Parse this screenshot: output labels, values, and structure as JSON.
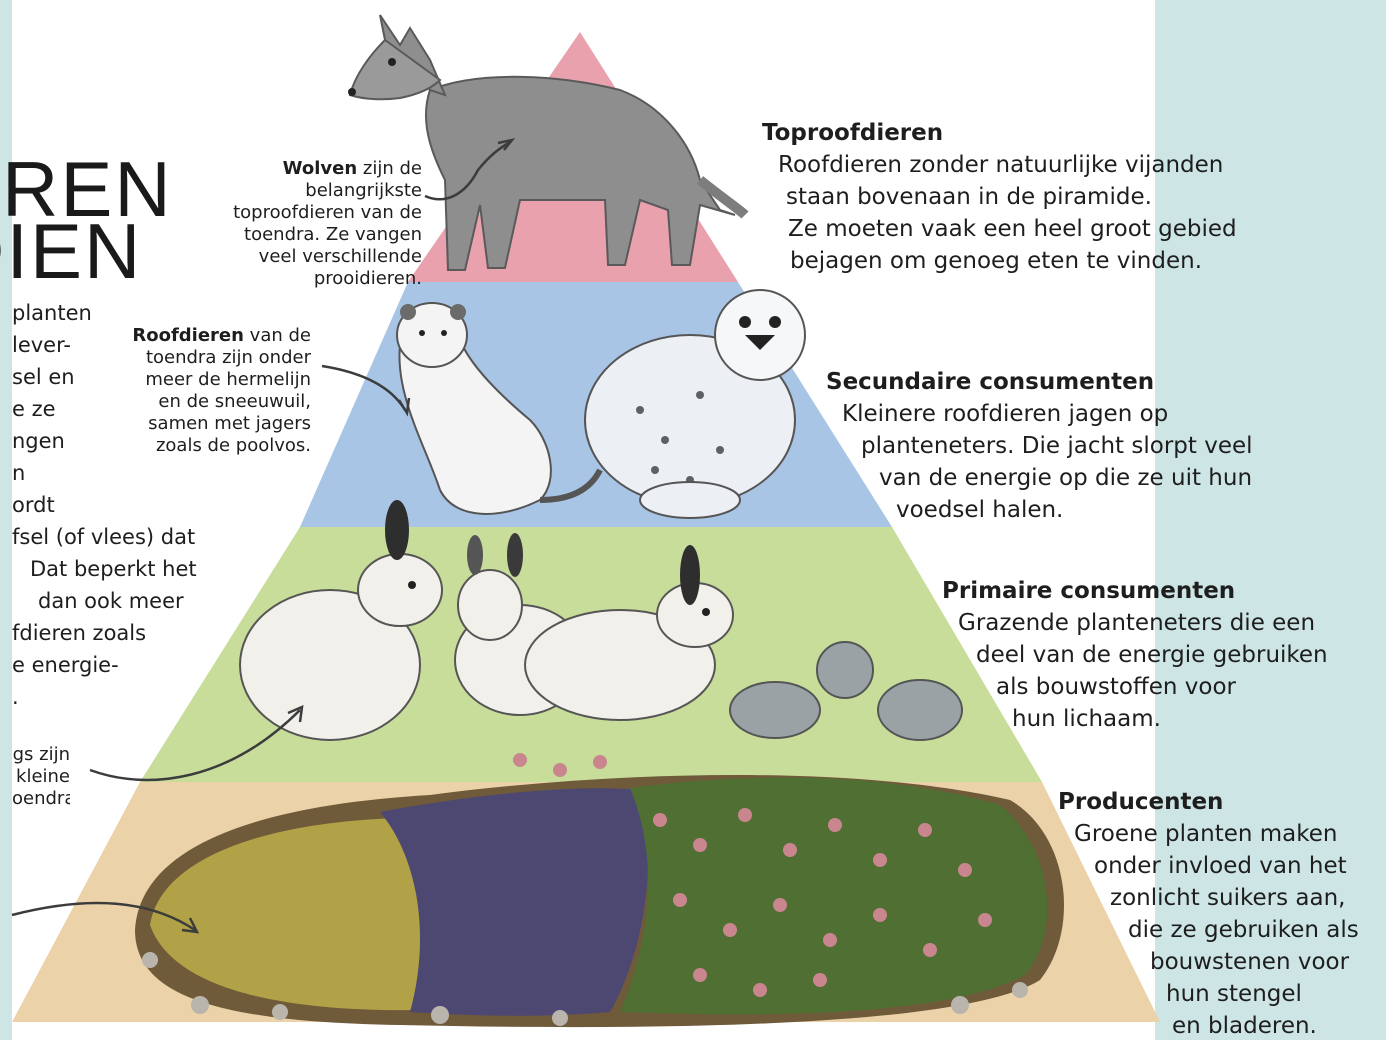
{
  "colors": {
    "top": "#e8a1ad",
    "secondary": "#a9c5e6",
    "primary": "#c8dd9a",
    "producers": "#ecd2a9",
    "panel": "#cde6e5"
  },
  "title": {
    "line1": "EREN",
    "line2": "DIEN"
  },
  "intro_lines": [
    "planten",
    "lever-",
    "sel en",
    "e ze",
    "ngen",
    "n",
    "ordt",
    "fsel (of vlees) dat",
    "Dat beperkt het",
    "dan ook meer",
    "fdieren zoals",
    "e energie-",
    "."
  ],
  "callouts": {
    "wolves": {
      "bold": "Wolven",
      "first": " zijn de",
      "lines": [
        "belangrijkste",
        "toproofdieren van de",
        "toendra. Ze vangen",
        "veel verschillende",
        "prooidieren."
      ]
    },
    "predators": {
      "bold": "Roofdieren",
      "first": " van de",
      "lines": [
        "toendra zijn onder",
        "meer de hermelijn",
        "en de sneeuwuil,",
        "samen met jagers",
        "zoals de poolvos."
      ]
    },
    "lemmings": {
      "lines": [
        "gs zijn",
        "kleine",
        "oendra."
      ]
    }
  },
  "levels": {
    "top": {
      "heading": "Toproofdieren",
      "lines": [
        "Roofdieren zonder natuurlijke vijanden",
        "staan bovenaan in de piramide.",
        "Ze moeten vaak een heel groot gebied",
        "bejagen om genoeg eten te vinden."
      ]
    },
    "secondary": {
      "heading": "Secundaire consumenten",
      "lines": [
        "Kleinere roofdieren jagen op",
        "planteneters. Die jacht slorpt veel",
        "van de energie op die ze uit hun",
        "voedsel halen."
      ]
    },
    "primary": {
      "heading": "Primaire consumenten",
      "lines": [
        "Grazende planteneters die een",
        "deel van de energie gebruiken",
        "als bouwstoffen voor",
        "hun lichaam."
      ]
    },
    "producers": {
      "heading": "Producenten",
      "lines": [
        "Groene planten maken",
        "onder invloed van het",
        "zonlicht suikers aan,",
        "die ze gebruiken als",
        "bouwstenen voor",
        "hun stengel",
        "en bladeren."
      ]
    }
  }
}
